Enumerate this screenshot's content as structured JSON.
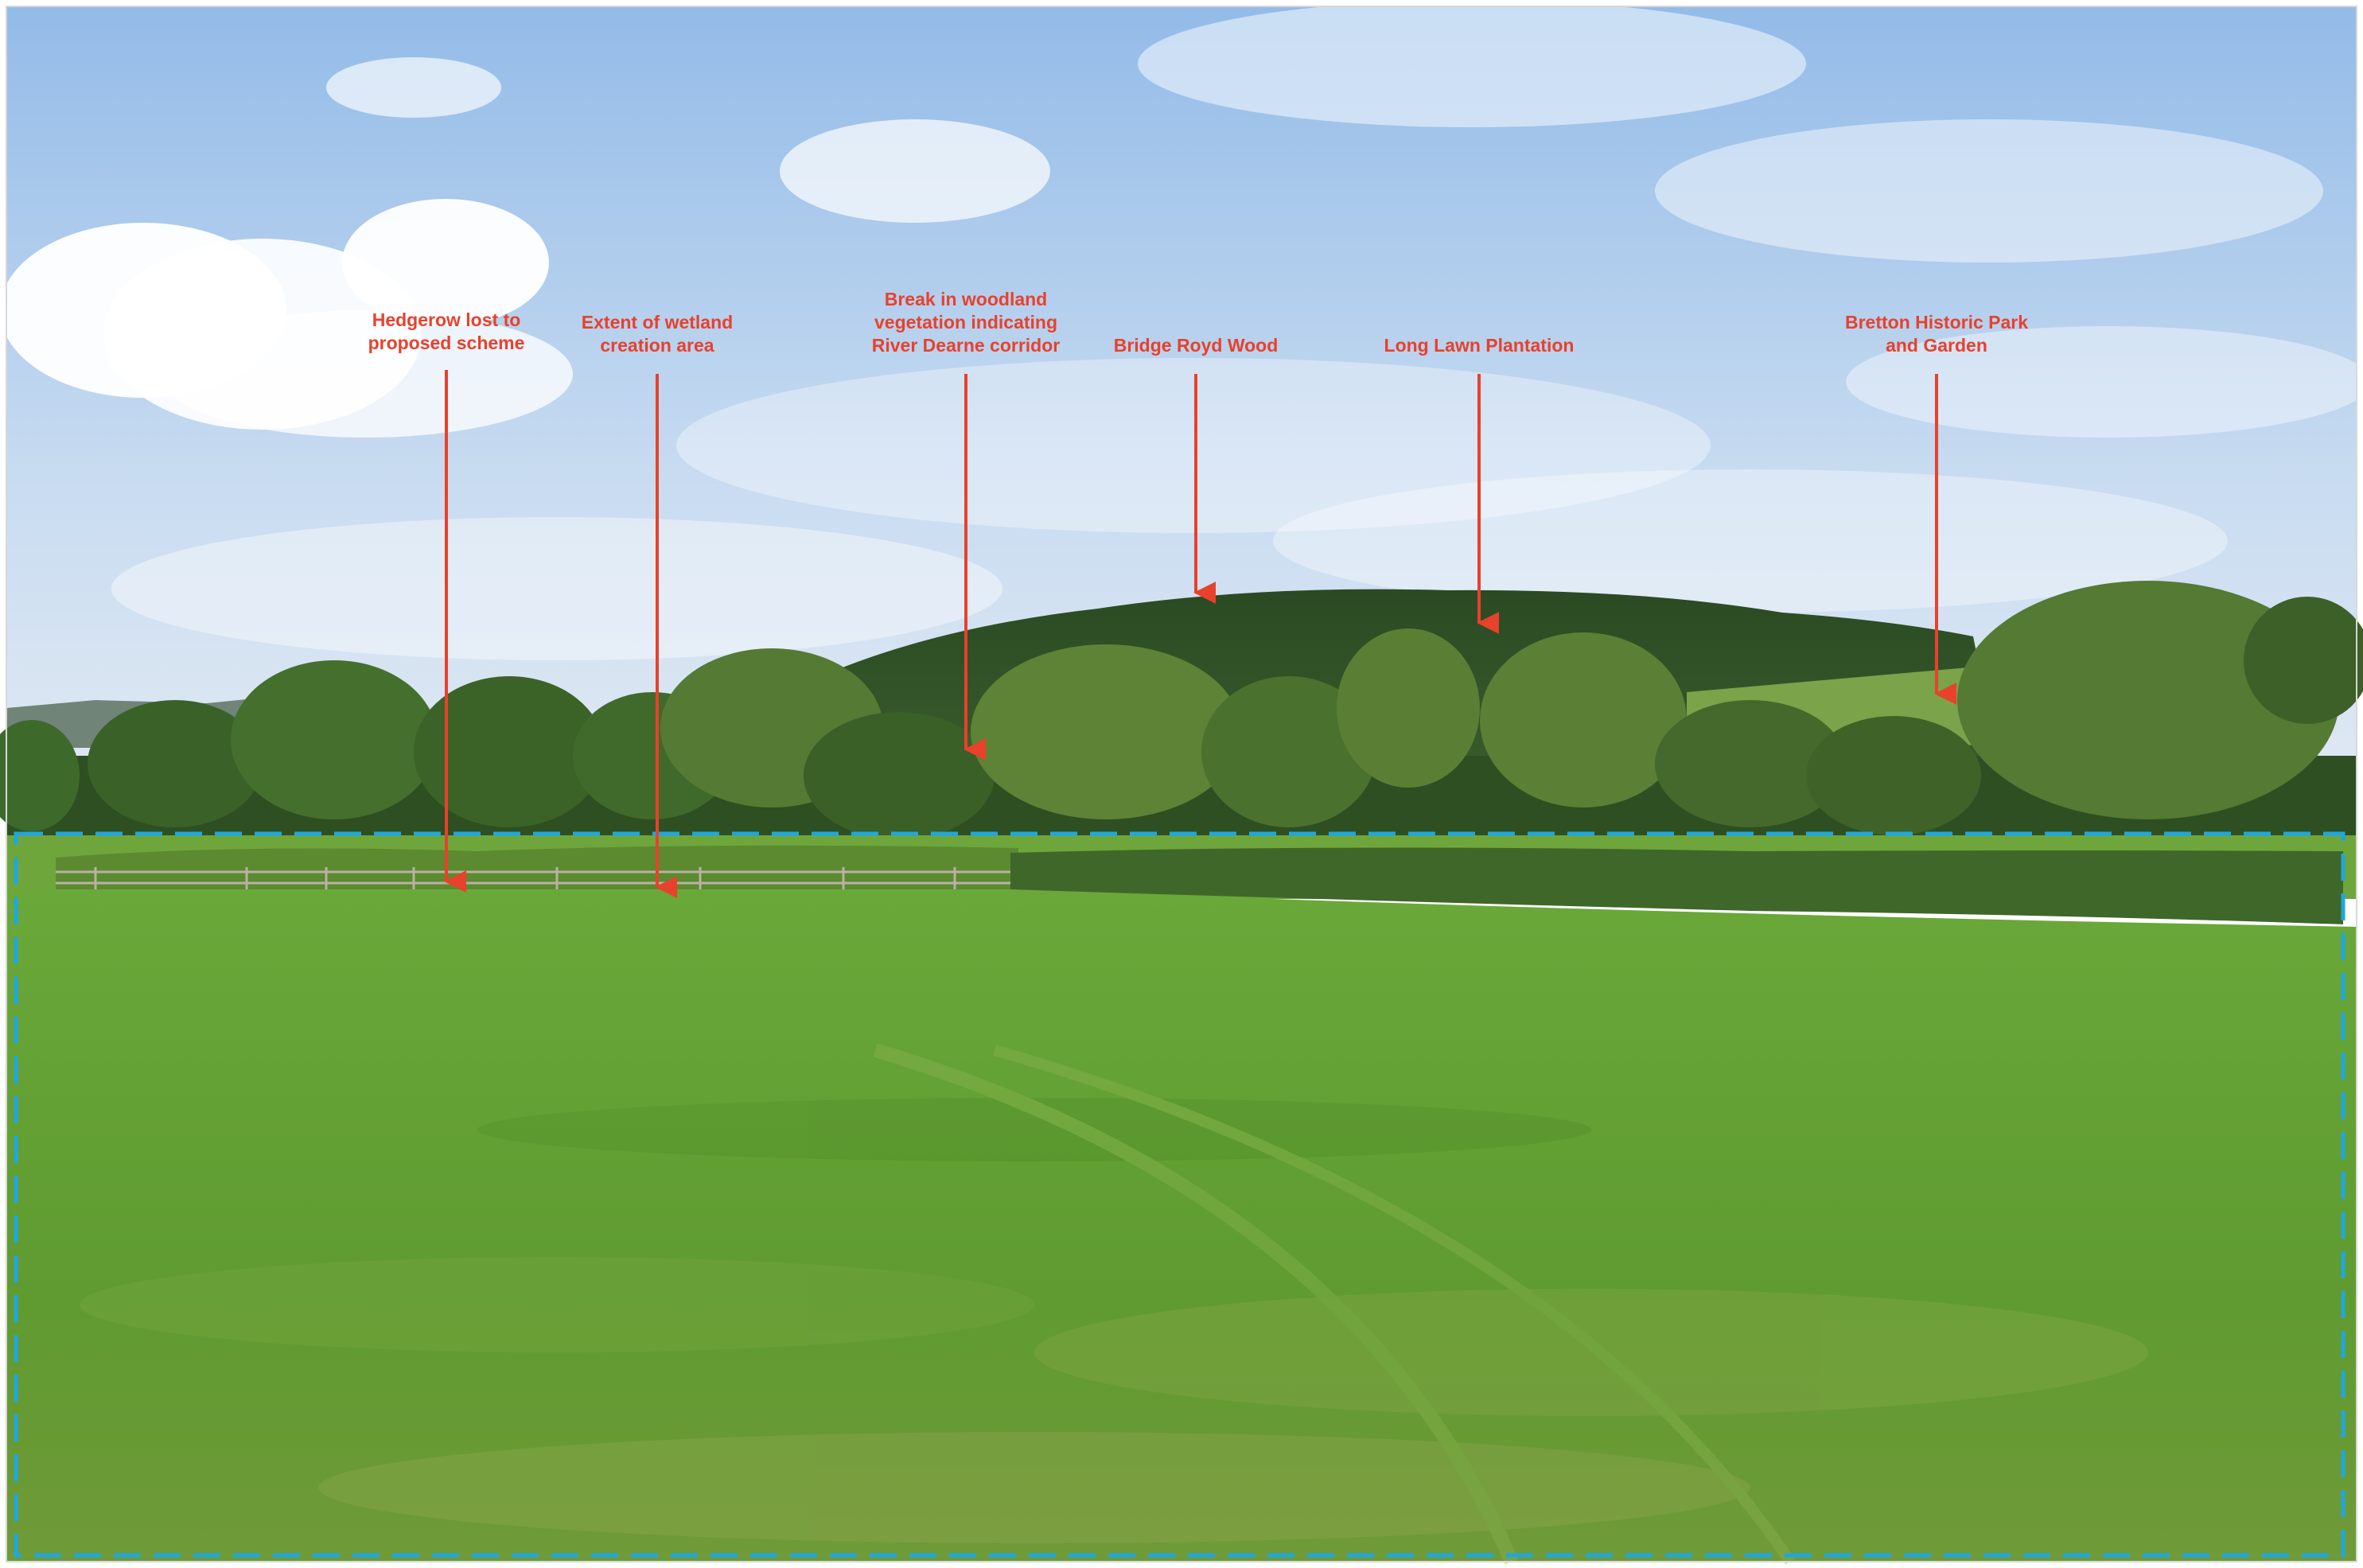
{
  "colors": {
    "annotation": "#e8412c",
    "site_boundary": "#1ea7e1",
    "sky_top": "#9cc2ec",
    "sky_bottom": "#e3ecf5",
    "grass": "#5f9e2f",
    "woodland": "#2f5226"
  },
  "annotations": [
    {
      "id": "hedgerow",
      "text": "Hedgerow lost to\nproposed scheme"
    },
    {
      "id": "wetland",
      "text": "Extent of wetland\ncreation area"
    },
    {
      "id": "break",
      "text": "Break in woodland\nvegetation indicating\nRiver Dearne corridor"
    },
    {
      "id": "bridge-royd",
      "text": "Bridge Royd Wood"
    },
    {
      "id": "long-lawn",
      "text": "Long Lawn Plantation"
    },
    {
      "id": "bretton",
      "text": "Bretton Historic Park\nand Garden"
    }
  ]
}
